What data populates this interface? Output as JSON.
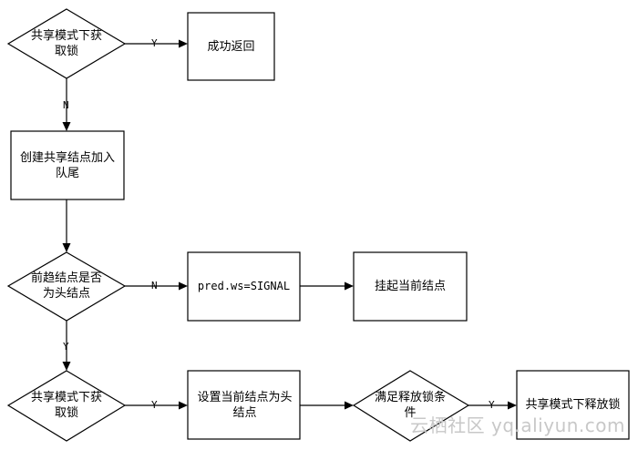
{
  "nodes": {
    "acquire_shared_1": "共享模式下获\n取锁",
    "success_return": "成功返回",
    "create_shared_node": "创建共享结点加入\n队尾",
    "prev_is_head": "前趋结点是否\n为头结点",
    "set_signal": "pred.ws=SIGNAL",
    "park_current": "挂起当前结点",
    "acquire_shared_2": "共享模式下获\n取锁",
    "set_head": "设置当前结点为头\n结点",
    "release_condition": "满足释放锁条\n件",
    "release_shared": "共享模式下释放锁"
  },
  "edges": {
    "acquire1_to_success": "Y",
    "acquire1_to_create": "N",
    "prevhead_to_signal": "N",
    "prevhead_to_acquire2": "Y",
    "acquire2_to_sethead": "Y",
    "release_to_releaseshared": "Y"
  },
  "watermark": "云栖社区 yq.aliyun.com"
}
